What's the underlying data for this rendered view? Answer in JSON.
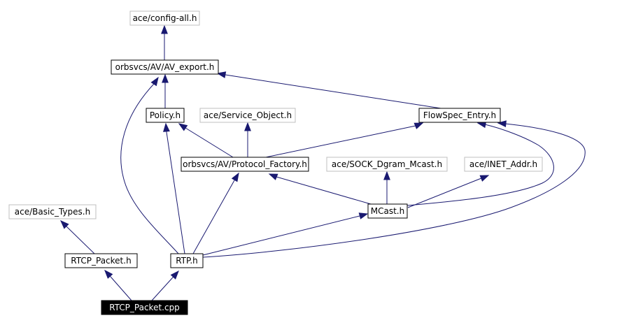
{
  "colors": {
    "edge": "#191970",
    "documented_border": "#000000",
    "external_border": "#bfbfbf",
    "root_fill": "#000000",
    "root_text": "#ffffff"
  },
  "nodes": {
    "config_all": {
      "label": "ace/config-all.h",
      "kind": "external"
    },
    "av_export": {
      "label": "orbsvcs/AV/AV_export.h",
      "kind": "documented"
    },
    "policy": {
      "label": "Policy.h",
      "kind": "documented"
    },
    "service_object": {
      "label": "ace/Service_Object.h",
      "kind": "external"
    },
    "flowspec_entry": {
      "label": "FlowSpec_Entry.h",
      "kind": "documented"
    },
    "protocol_factory": {
      "label": "orbsvcs/AV/Protocol_Factory.h",
      "kind": "documented"
    },
    "sock_dgram_mcast": {
      "label": "ace/SOCK_Dgram_Mcast.h",
      "kind": "external"
    },
    "inet_addr": {
      "label": "ace/INET_Addr.h",
      "kind": "external"
    },
    "mcast": {
      "label": "MCast.h",
      "kind": "documented"
    },
    "basic_types": {
      "label": "ace/Basic_Types.h",
      "kind": "external"
    },
    "rtcp_packet_h": {
      "label": "RTCP_Packet.h",
      "kind": "documented"
    },
    "rtp": {
      "label": "RTP.h",
      "kind": "documented"
    },
    "rtcp_packet_cpp": {
      "label": "RTCP_Packet.cpp",
      "kind": "root"
    }
  },
  "edges": [
    {
      "from": "rtcp_packet_cpp",
      "to": "rtcp_packet_h"
    },
    {
      "from": "rtcp_packet_cpp",
      "to": "rtp"
    },
    {
      "from": "rtcp_packet_h",
      "to": "basic_types"
    },
    {
      "from": "rtp",
      "to": "av_export"
    },
    {
      "from": "rtp",
      "to": "policy"
    },
    {
      "from": "rtp",
      "to": "protocol_factory"
    },
    {
      "from": "rtp",
      "to": "mcast"
    },
    {
      "from": "rtp",
      "to": "flowspec_entry"
    },
    {
      "from": "av_export",
      "to": "config_all"
    },
    {
      "from": "policy",
      "to": "av_export"
    },
    {
      "from": "flowspec_entry",
      "to": "av_export"
    },
    {
      "from": "protocol_factory",
      "to": "policy"
    },
    {
      "from": "protocol_factory",
      "to": "service_object"
    },
    {
      "from": "protocol_factory",
      "to": "flowspec_entry"
    },
    {
      "from": "mcast",
      "to": "protocol_factory"
    },
    {
      "from": "mcast",
      "to": "sock_dgram_mcast"
    },
    {
      "from": "mcast",
      "to": "inet_addr"
    },
    {
      "from": "mcast",
      "to": "flowspec_entry"
    }
  ]
}
